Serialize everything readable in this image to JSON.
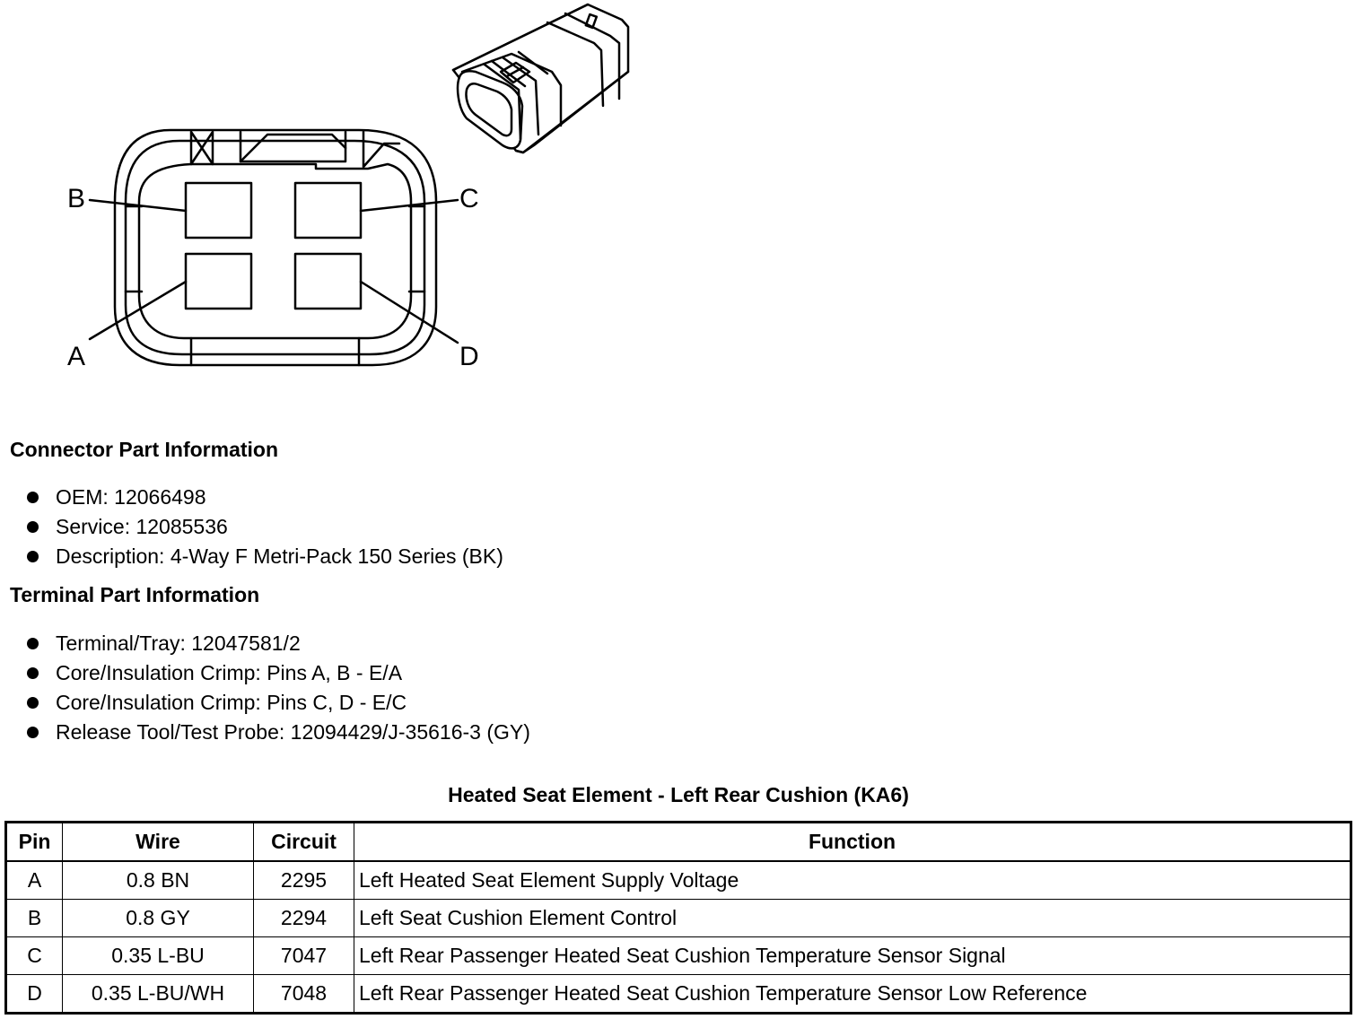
{
  "diagram": {
    "pin_labels": [
      "A",
      "B",
      "C",
      "D"
    ]
  },
  "connector_info": {
    "heading": "Connector Part Information",
    "items": [
      "OEM: 12066498",
      "Service: 12085536",
      "Description: 4-Way F Metri-Pack 150 Series (BK)"
    ]
  },
  "terminal_info": {
    "heading": "Terminal Part Information",
    "items": [
      "Terminal/Tray: 12047581/2",
      "Core/Insulation Crimp: Pins A, B - E/A",
      "Core/Insulation Crimp: Pins C, D - E/C",
      "Release Tool/Test Probe: 12094429/J-35616-3 (GY)"
    ]
  },
  "table": {
    "title": "Heated Seat Element - Left Rear Cushion (KA6)",
    "headers": [
      "Pin",
      "Wire",
      "Circuit",
      "Function"
    ],
    "rows": [
      [
        "A",
        "0.8 BN",
        "2295",
        "Left Heated Seat Element Supply Voltage"
      ],
      [
        "B",
        "0.8 GY",
        "2294",
        "Left Seat Cushion Element Control"
      ],
      [
        "C",
        "0.35 L-BU",
        "7047",
        "Left Rear Passenger Heated Seat Cushion Temperature Sensor Signal"
      ],
      [
        "D",
        "0.35 L-BU/WH",
        "7048",
        "Left Rear Passenger Heated Seat Cushion Temperature Sensor Low Reference"
      ]
    ]
  }
}
